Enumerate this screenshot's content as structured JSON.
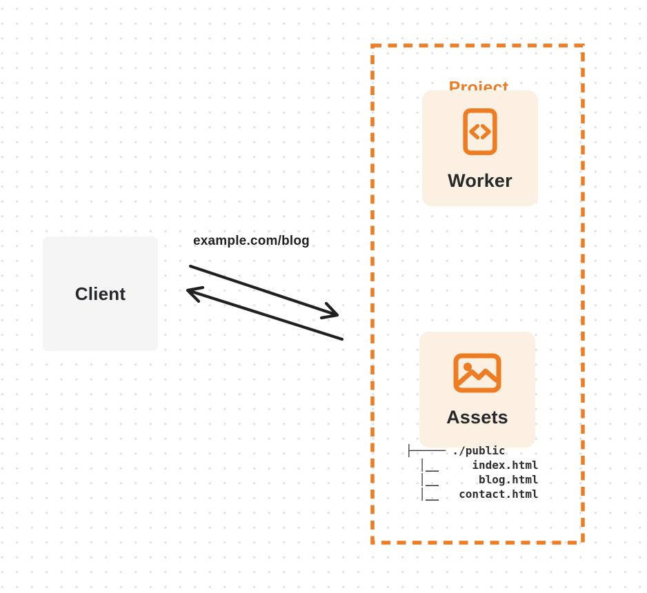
{
  "colors": {
    "accent_orange": "#ee7c23",
    "card_fill": "#fbf0e2",
    "client_fill": "#f5f5f6",
    "ink": "#1f1f1f"
  },
  "client": {
    "label": "Client"
  },
  "request": {
    "url_label": "example.com/blog"
  },
  "project": {
    "label": "Project",
    "worker": {
      "label": "Worker",
      "icon": "code-icon"
    },
    "assets": {
      "label": "Assets",
      "icon": "image-icon",
      "file_tree_text": "├───── ./public\n  │__     index.html\n  │__      blog.html\n  │__   contact.html"
    }
  }
}
